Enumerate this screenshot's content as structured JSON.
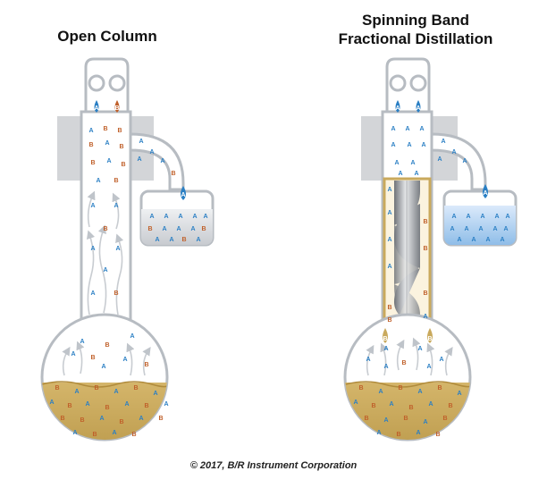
{
  "titles": {
    "open_column": "Open Column",
    "spinning_band_line1": "Spinning Band",
    "spinning_band_line2": "Fractional Distillation"
  },
  "copyright": "© 2017, B/R Instrument Corporation",
  "labels": {
    "a": "A",
    "b": "B"
  },
  "colors": {
    "component_a": "#2a7fc4",
    "component_b": "#c0602a",
    "pot_liquid": "#c9a95c",
    "receiver_liquid_spinning": "#a9cdef",
    "receiver_liquid_open": "#d6d8dc",
    "glass_outline": "#b7bcc2",
    "clamp": "#d3d5d8",
    "band": "#8e9297"
  }
}
